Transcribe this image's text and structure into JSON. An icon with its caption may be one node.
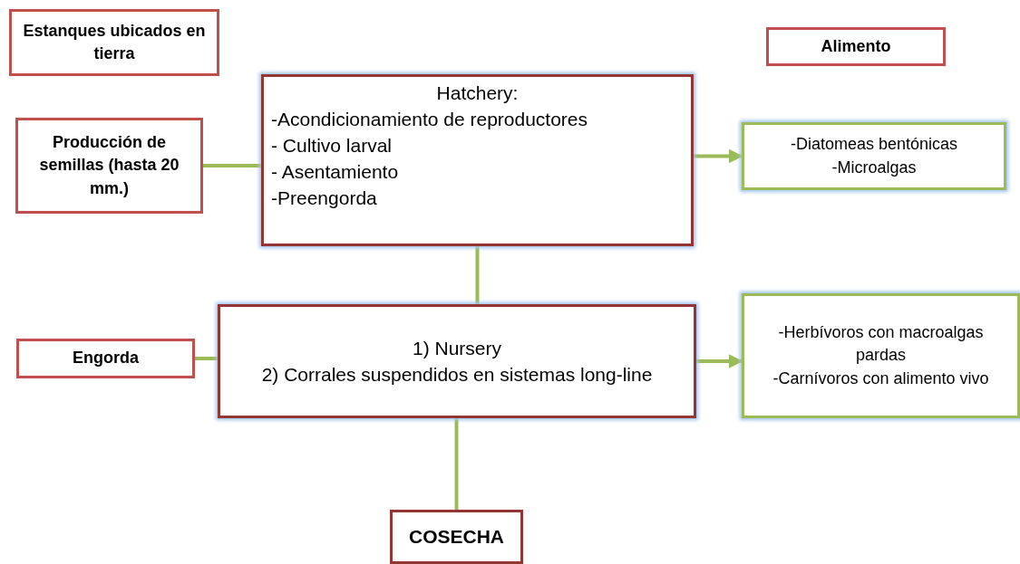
{
  "diagram": {
    "nodes": [
      {
        "text": [
          "Estanques ubicados en tierra"
        ]
      },
      {
        "text": [
          "Alimento"
        ]
      },
      {
        "text": [
          "Producción de semillas (hasta 20 mm.)"
        ]
      },
      {
        "text": [
          "Hatchery:",
          "-Acondicionamiento de reproductores",
          "- Cultivo larval",
          "- Asentamiento",
          "-Preengorda"
        ]
      },
      {
        "text": [
          "-Diatomeas bentónicas",
          "-Microalgas"
        ]
      },
      {
        "text": [
          "Engorda"
        ]
      },
      {
        "text": [
          "1) Nursery",
          "2) Corrales suspendidos en sistemas long-line"
        ]
      },
      {
        "text": [
          "-Herbívoros con macroalgas pardas",
          "-Carnívoros con alimento vivo"
        ]
      },
      {
        "text": [
          "COSECHA"
        ]
      }
    ],
    "edges": [
      {
        "from": 2,
        "to": 3,
        "arrow": "none"
      },
      {
        "from": 3,
        "to": 4,
        "arrow": "to"
      },
      {
        "from": 3,
        "to": 6,
        "arrow": "none"
      },
      {
        "from": 5,
        "to": 6,
        "arrow": "none"
      },
      {
        "from": 6,
        "to": 7,
        "arrow": "to"
      },
      {
        "from": 6,
        "to": 8,
        "arrow": "none"
      }
    ]
  }
}
